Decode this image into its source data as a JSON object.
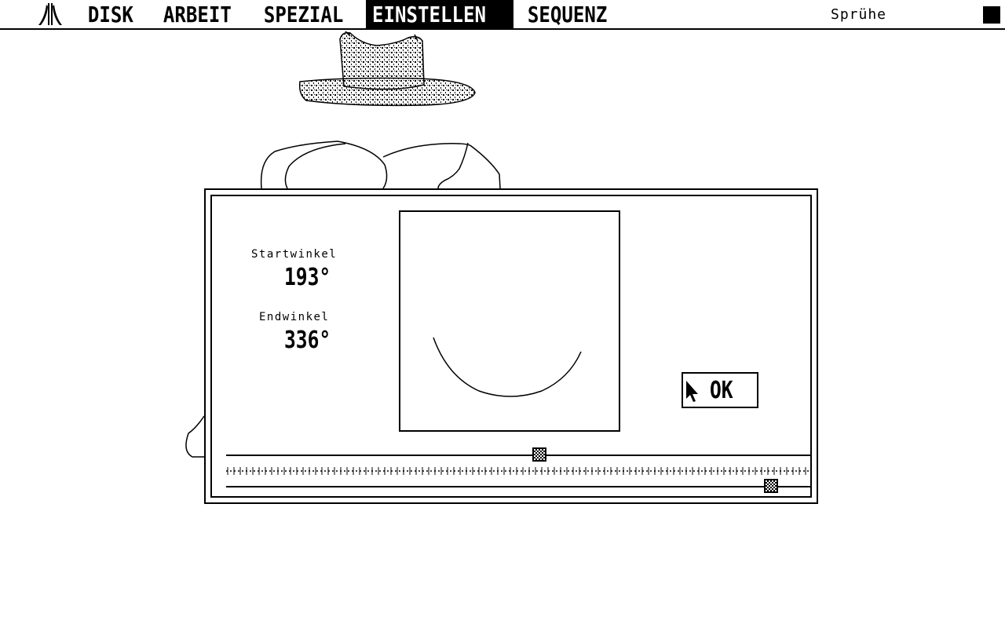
{
  "menubar": {
    "items": [
      "DISK",
      "ARBEIT",
      "SPEZIAL",
      "EINSTELLEN",
      "SEQUENZ"
    ],
    "active": "EINSTELLEN",
    "tool_name": "Sprühe",
    "icons": {
      "logo": "atari-fuji-icon",
      "color": "color-swatch-icon"
    }
  },
  "dialog": {
    "start_label": "Startwinkel",
    "start_value": "193°",
    "end_label": "Endwinkel",
    "end_value": "336°",
    "ok_label": "OK",
    "icons": {
      "pointer": "mouse-pointer-icon"
    },
    "start_slider_fraction": 0.536,
    "end_slider_fraction": 0.933
  }
}
